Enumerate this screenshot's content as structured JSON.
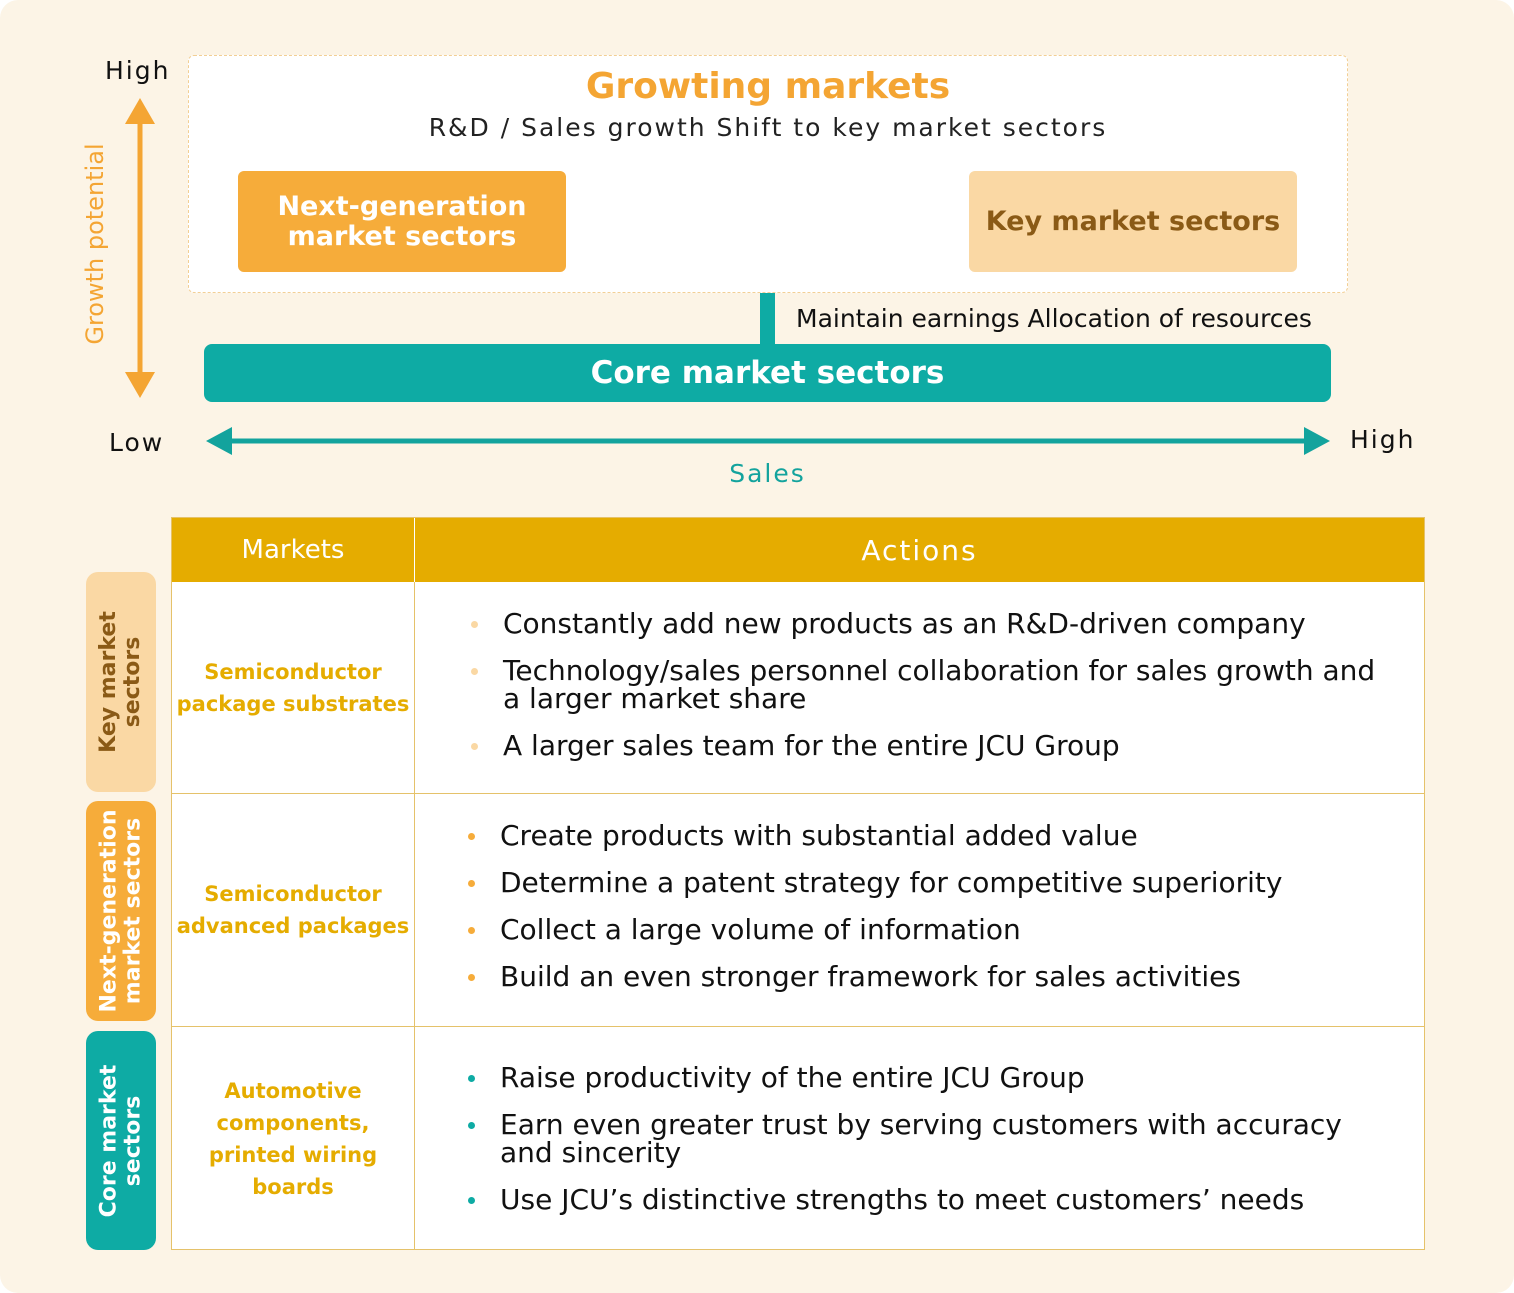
{
  "diagram": {
    "growing_title": "Growting markets",
    "growing_subtitle": "R&D / Sales growth Shift to key market sectors",
    "nextgen_line1": "Next-generation",
    "nextgen_line2": "market sectors",
    "key_label": "Key market sectors",
    "maintain_label": "Maintain earnings Allocation of resources",
    "core_label": "Core market sectors",
    "y_high": "High",
    "y_low": "Low",
    "y_axis_label": "Growth potential",
    "x_high": "High",
    "x_axis_label": "Sales",
    "colors": {
      "orange": "#f6ac3a",
      "light_orange": "#fad8a4",
      "teal": "#0eaba4",
      "gold": "#e5ac00"
    }
  },
  "table": {
    "header_markets": "Markets",
    "header_actions": "Actions",
    "rows": [
      {
        "tab_line1": "Key market",
        "tab_line2": "sectors",
        "market_line1": "Semiconductor",
        "market_line2": "package substrates",
        "actions": [
          "Constantly add new products as an R&D-driven company",
          "Technology/sales personnel collaboration for sales growth and a larger market share",
          "A larger sales team for the entire JCU Group"
        ]
      },
      {
        "tab_line1": "Next-generation",
        "tab_line2": "market sectors",
        "market_line1": "Semiconductor",
        "market_line2": "advanced packages",
        "actions": [
          "Create products with substantial added value",
          "Determine a patent strategy for competitive superiority",
          "Collect a large volume of information",
          "Build an even stronger framework for sales activities"
        ]
      },
      {
        "tab_line1": "Core market",
        "tab_line2": "sectors",
        "market_line1": "Automotive",
        "market_line2": "components,",
        "market_line3": "printed wiring boards",
        "actions": [
          "Raise productivity of the entire JCU Group",
          "Earn even greater trust by serving customers with accuracy and sincerity",
          "Use JCU’s distinctive strengths to meet customers’ needs"
        ]
      }
    ]
  }
}
